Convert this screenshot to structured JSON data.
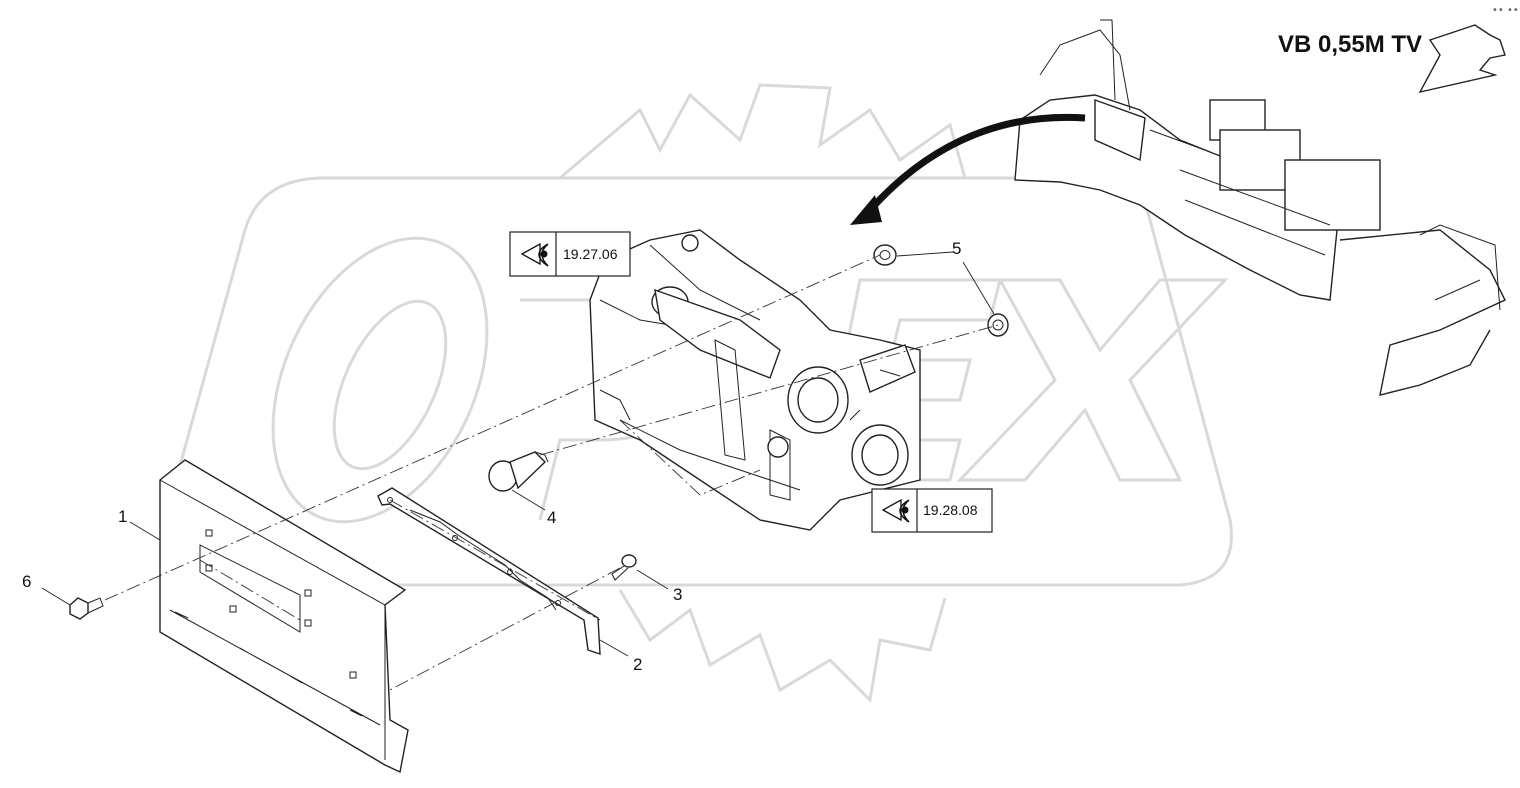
{
  "header": {
    "model_label": "VB 0,55M TV",
    "corner_dots": "•• •••"
  },
  "references": [
    {
      "code": "19.27.06",
      "icon": "eye-view-icon"
    },
    {
      "code": "19.28.08",
      "icon": "eye-view-icon"
    }
  ],
  "callouts": [
    "1",
    "2",
    "3",
    "4",
    "5",
    "6"
  ],
  "watermark": {
    "name": "opex-watermark",
    "color": "#d9d9d9"
  },
  "colors": {
    "line": "#222222",
    "background": "#ffffff"
  }
}
